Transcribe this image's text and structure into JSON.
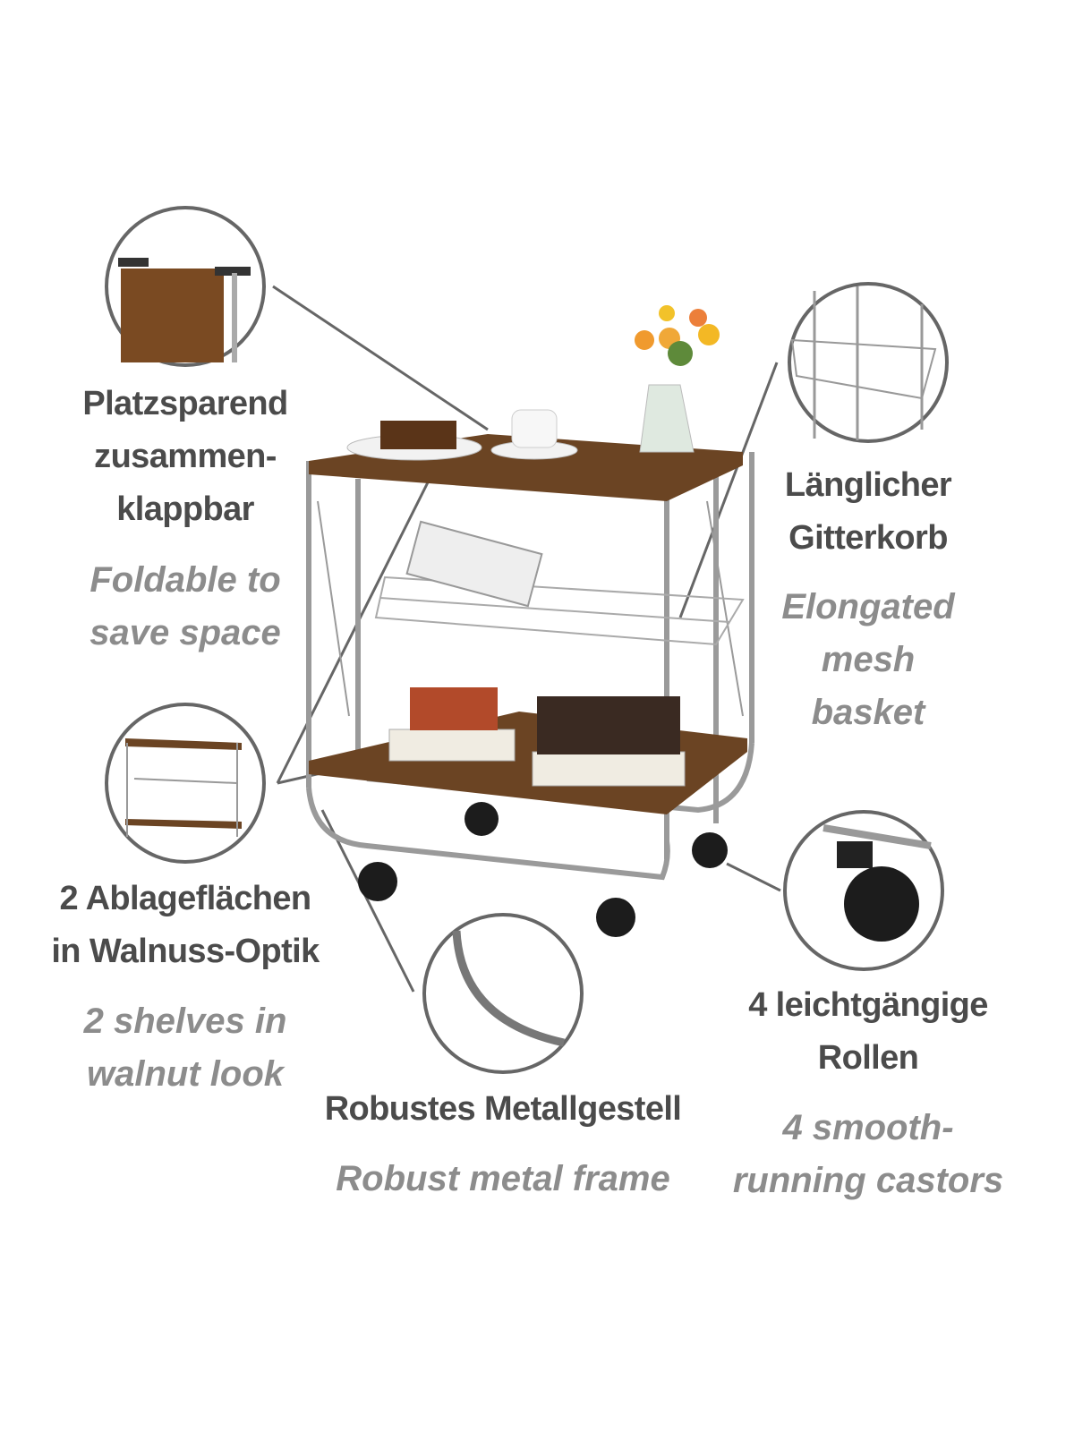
{
  "features": [
    {
      "de": [
        "Platzsparend",
        "zusammen-",
        "klappbar"
      ],
      "en": [
        "Foldable to",
        "save space"
      ]
    },
    {
      "de": [
        "Länglicher",
        "Gitterkorb"
      ],
      "en": [
        "Elongated",
        "mesh",
        "basket"
      ]
    },
    {
      "de": [
        "2 Ablageflächen",
        "in Walnuss-Optik"
      ],
      "en": [
        "2 shelves in",
        "walnut look"
      ]
    },
    {
      "de": [
        "Robustes Metallgestell"
      ],
      "en": [
        "Robust metal frame"
      ]
    },
    {
      "de": [
        "4 leichtgängige",
        "Rollen"
      ],
      "en": [
        "4 smooth-",
        "running castors"
      ]
    }
  ],
  "colors": {
    "heading": "#4b4b4b",
    "translation": "#8c8c8c",
    "circle_border": "#666666",
    "walnut": "#6b4423",
    "chrome": "#9a9a9a"
  }
}
